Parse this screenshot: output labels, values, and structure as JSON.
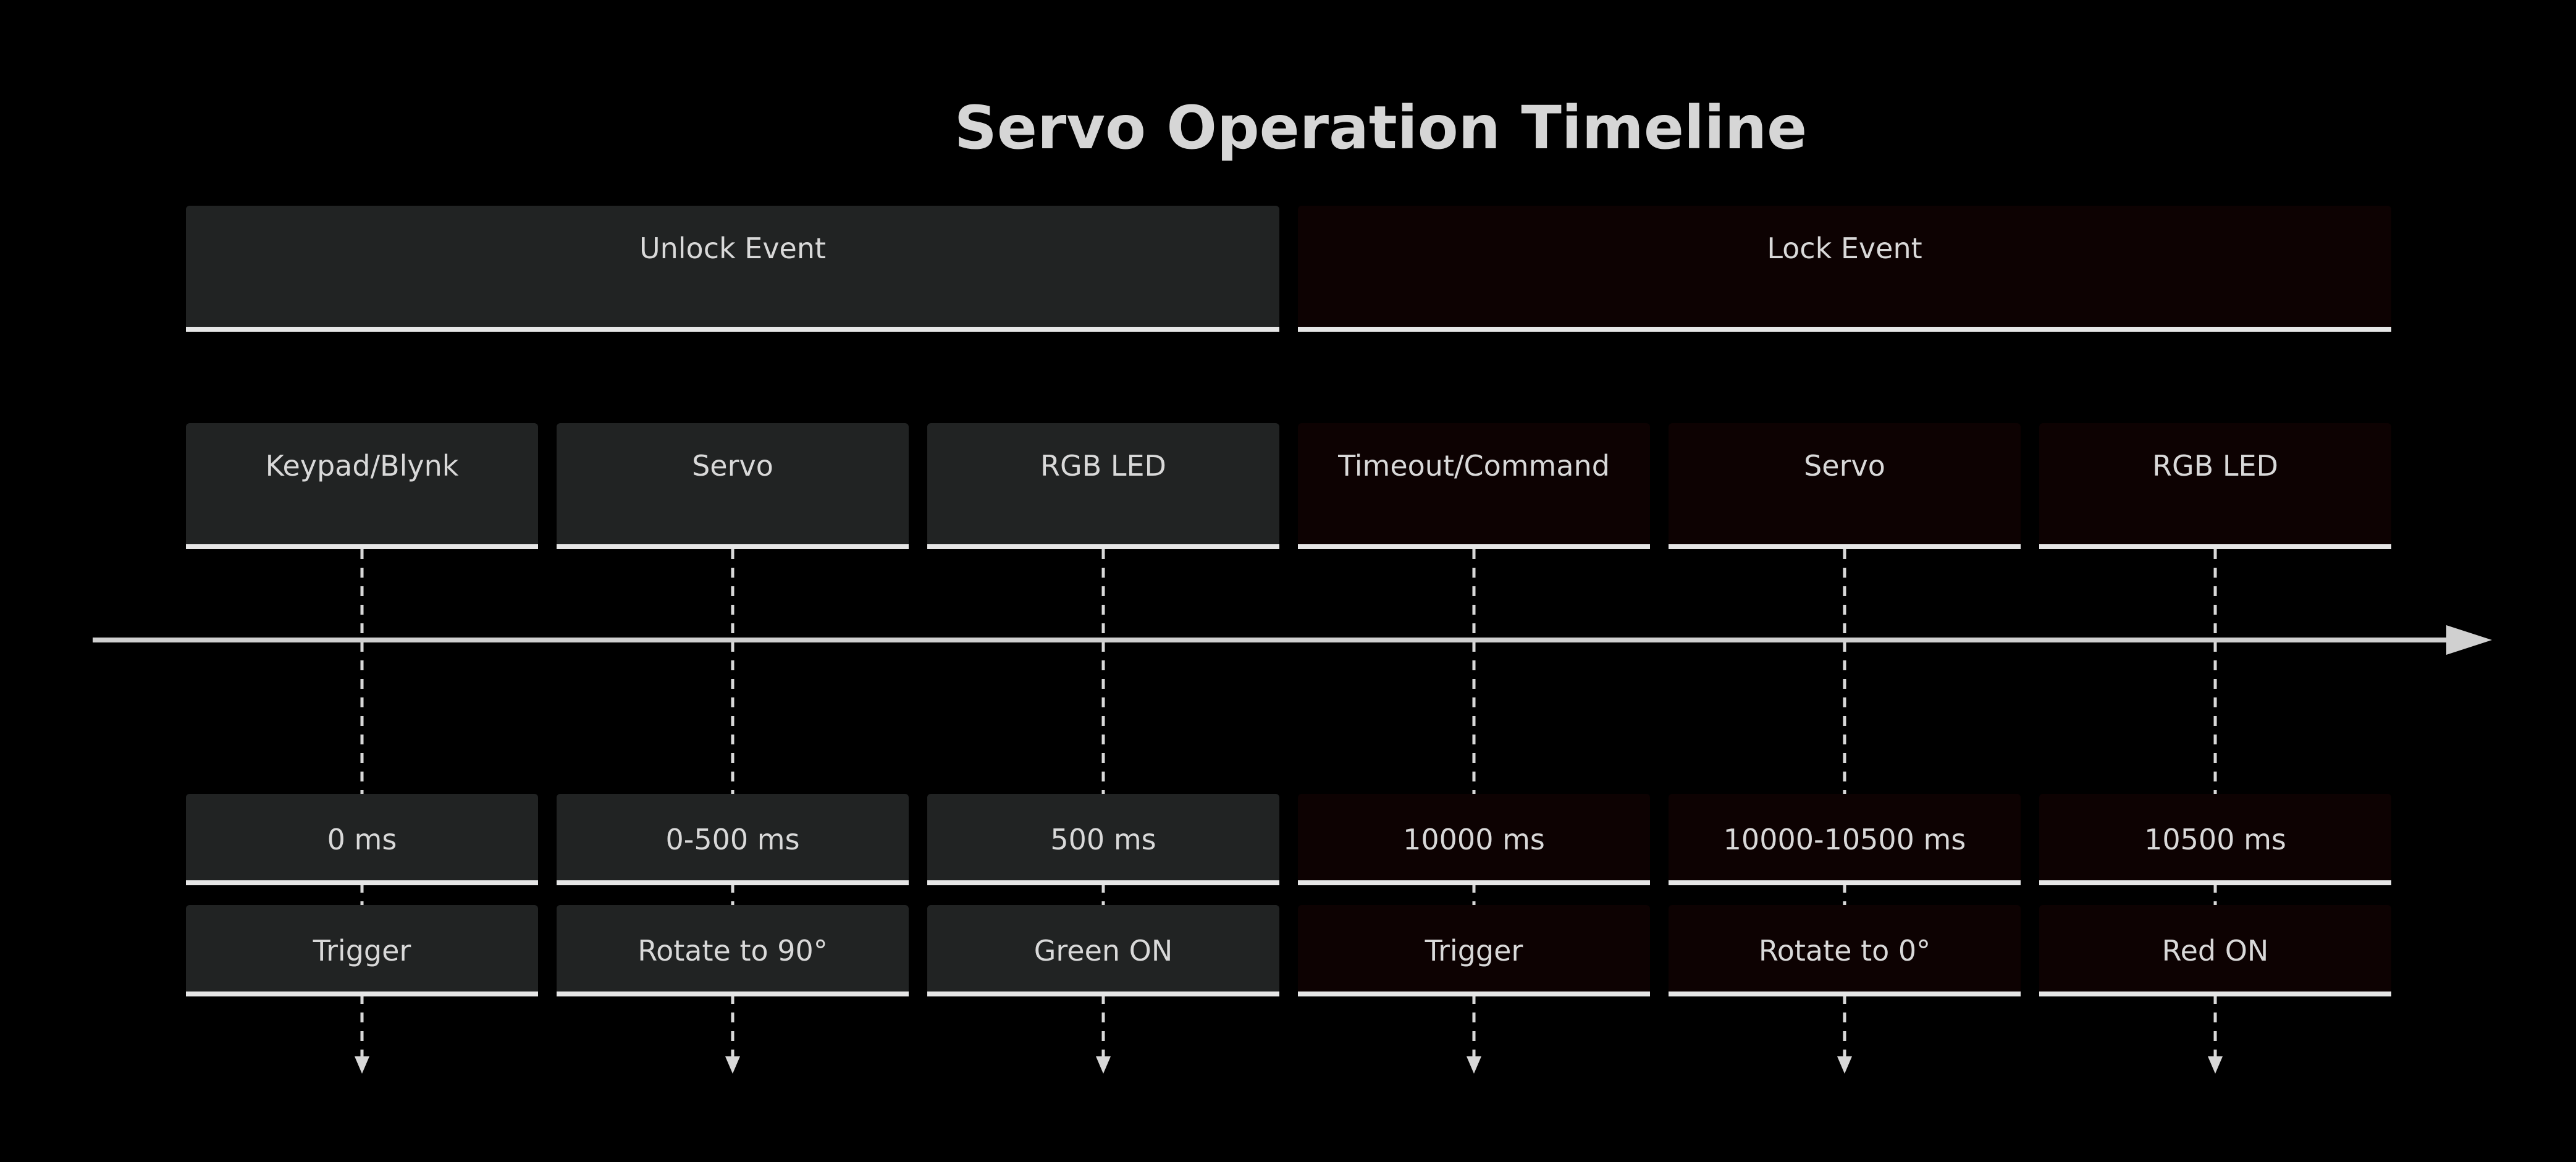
{
  "title": "Servo Operation Timeline",
  "colors": {
    "background": "#000000",
    "unlock_fill": "#212323",
    "lock_fill": "#0d0202",
    "underline": "#e6e6e6",
    "axis": "#d0d0d0",
    "connector": "#d8d8d8",
    "text": "#d9d9d9"
  },
  "sections": [
    {
      "label": "Unlock Event",
      "theme": "unlock",
      "events": [
        {
          "actor": "Keypad/Blynk",
          "time": "0 ms",
          "action": "Trigger"
        },
        {
          "actor": "Servo",
          "time": "0-500 ms",
          "action": "Rotate to 90°"
        },
        {
          "actor": "RGB LED",
          "time": "500 ms",
          "action": "Green ON"
        }
      ]
    },
    {
      "label": "Lock Event",
      "theme": "lock",
      "events": [
        {
          "actor": "Timeout/Command",
          "time": "10000 ms",
          "action": "Trigger"
        },
        {
          "actor": "Servo",
          "time": "10000-10500 ms",
          "action": "Rotate to 0°"
        },
        {
          "actor": "RGB LED",
          "time": "10500 ms",
          "action": "Red ON"
        }
      ]
    }
  ]
}
